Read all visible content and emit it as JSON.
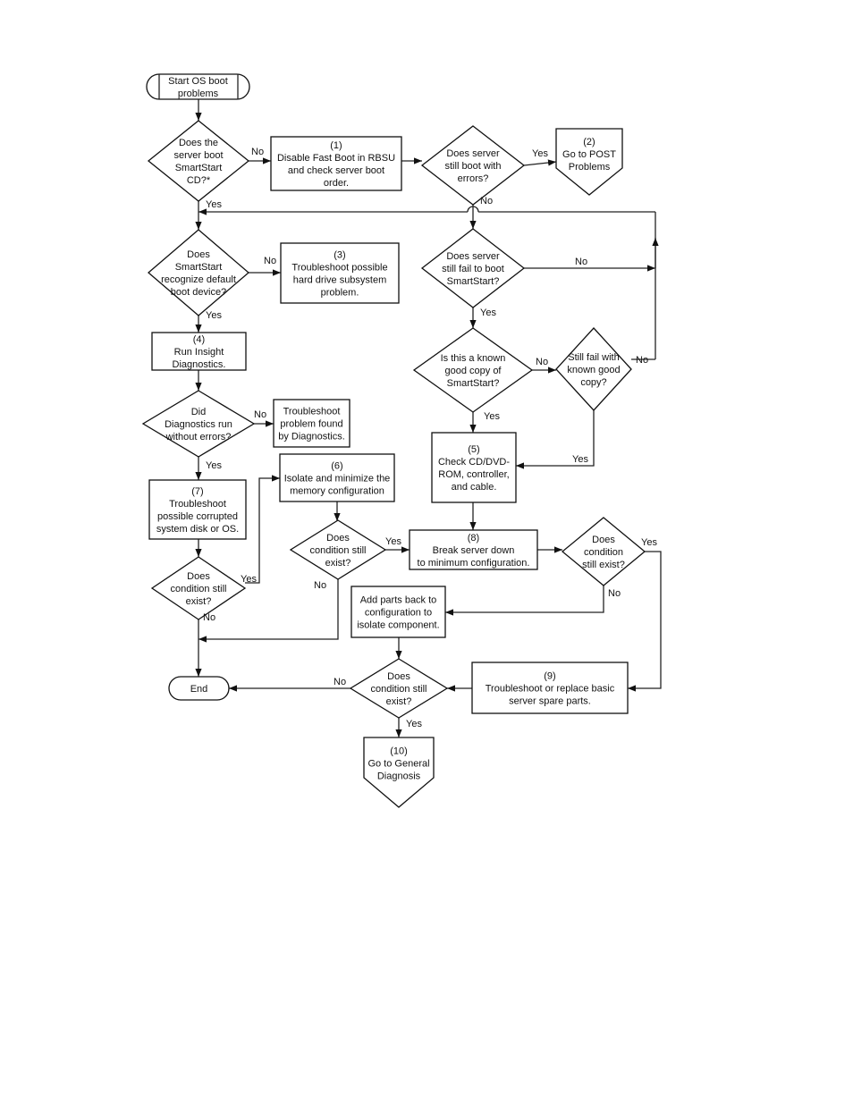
{
  "nodes": {
    "start": [
      "Start OS boot",
      "problems"
    ],
    "q_boot_cd": [
      "Does the",
      "server boot",
      "SmartStart",
      "CD?*"
    ],
    "step1": [
      "(1)",
      "Disable Fast Boot in RBSU",
      "and check server boot",
      "order."
    ],
    "q_boot_errors": [
      "Does server",
      "still boot with",
      "errors?"
    ],
    "step2": [
      "(2)",
      "Go to POST",
      "Problems"
    ],
    "q_recognize": [
      "Does",
      "SmartStart",
      "recognize default",
      "boot device?"
    ],
    "step3": [
      "(3)",
      "Troubleshoot possible",
      "hard drive subsystem",
      "problem."
    ],
    "q_fail_boot": [
      "Does server",
      "still fail to boot",
      "SmartStart?"
    ],
    "step4": [
      "(4)",
      "Run Insight",
      "Diagnostics."
    ],
    "q_known_good": [
      "Is this a known",
      "good copy of",
      "SmartStart?"
    ],
    "q_still_fail": [
      "Still fail with",
      "known good",
      "copy?"
    ],
    "q_diag": [
      "Did",
      "Diagnostics run",
      "without errors?"
    ],
    "diag_problem": [
      "Troubleshoot",
      "problem found",
      "by Diagnostics."
    ],
    "step5": [
      "(5)",
      "Check CD/DVD-",
      "ROM, controller,",
      "and cable."
    ],
    "step7": [
      "(7)",
      "Troubleshoot",
      "possible corrupted",
      "system disk or OS."
    ],
    "step6": [
      "(6)",
      "Isolate and minimize the",
      "memory configuration"
    ],
    "q_cond_mem": [
      "Does",
      "condition still",
      "exist?"
    ],
    "step8": [
      "(8)",
      "Break server down",
      "to minimum configuration."
    ],
    "q_cond_min": [
      "Does",
      "condition",
      "still exist?"
    ],
    "q_cond_os": [
      "Does",
      "condition still",
      "exist?"
    ],
    "add_parts": [
      "Add parts back to",
      "configuration to",
      "isolate component."
    ],
    "q_cond_final": [
      "Does",
      "condition still",
      "exist?"
    ],
    "step9": [
      "(9)",
      "Troubleshoot or replace basic",
      "server spare parts."
    ],
    "end": [
      "End"
    ],
    "step10": [
      "(10)",
      "Go to General",
      "Diagnosis"
    ]
  },
  "labels": {
    "no_boot_cd": "No",
    "yes_boot_cd": "Yes",
    "yes_boot_errors": "Yes",
    "no_boot_errors": "No",
    "no_recognize": "No",
    "yes_recognize": "Yes",
    "no_fail_boot": "No",
    "yes_fail_boot": "Yes",
    "no_known_good": "No",
    "yes_known_good": "Yes",
    "no_still_fail": "No",
    "yes_still_fail": "Yes",
    "no_diag": "No",
    "yes_diag": "Yes",
    "yes_cond_mem": "Yes",
    "no_cond_mem": "No",
    "yes_cond_min": "Yes",
    "no_cond_min": "No",
    "yes_cond_os": "Yes",
    "no_cond_os": "No",
    "no_cond_final": "No",
    "yes_cond_final": "Yes"
  }
}
